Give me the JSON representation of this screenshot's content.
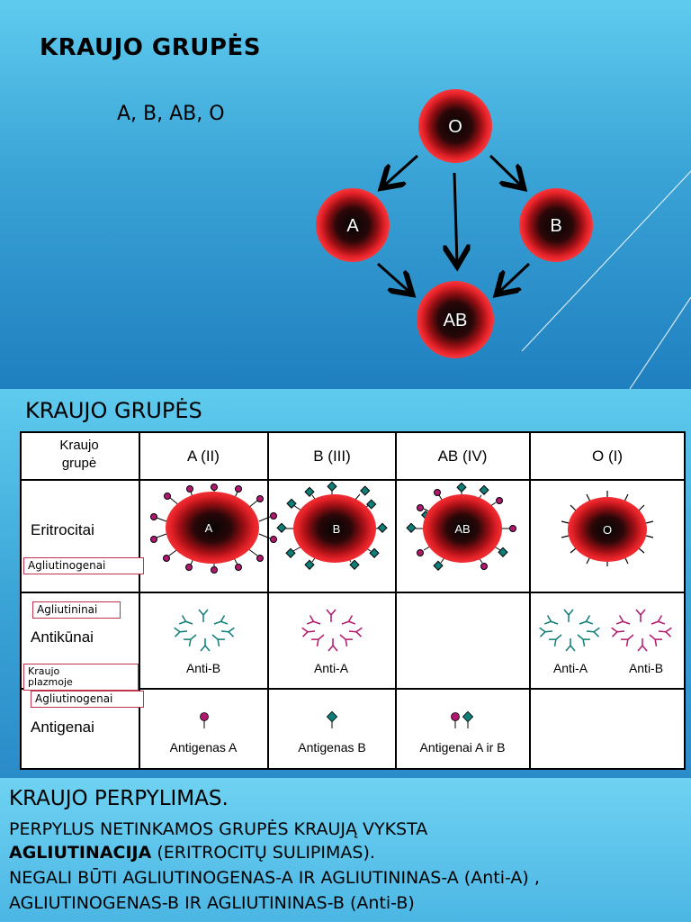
{
  "slide1": {
    "title": "KRAUJO GRUPĖS",
    "subtitle": "A, B, AB, O",
    "nodes": {
      "o": "O",
      "a": "A",
      "b": "B",
      "ab": "AB"
    }
  },
  "slide2": {
    "title": "KRAUJO GRUPĖS",
    "header": {
      "group": [
        "Kraujo",
        "grupė"
      ],
      "cols": [
        "A (II)",
        "B (III)",
        "AB (IV)",
        "O (I)"
      ]
    },
    "rows": {
      "eritrocitai": "Eritrocitai",
      "antikunai": "Antikūnai",
      "antigenai": "Antigenai"
    },
    "tags": {
      "agliutinogenai1": "Agliutinogenai",
      "agliutininai": "Agliutininai",
      "kraujo_plazmoje": [
        "Kraujo",
        "plazmoje"
      ],
      "agliutinogenai2": "Agliutinogenai"
    },
    "cells": {
      "a": "A",
      "b": "B",
      "ab": "AB",
      "o": "O"
    },
    "antibodies": {
      "a": "Anti-B",
      "b": "Anti-A",
      "o1": "Anti-A",
      "o2": "Anti-B"
    },
    "antigens": {
      "a": "Antigenas A",
      "b": "Antigenas B",
      "ab": "Antigenai A ir B"
    },
    "colors": {
      "antigen_a": "#b0186e",
      "antigen_b": "#0f7d78",
      "cell_red": "#e8232a"
    }
  },
  "slide3": {
    "title": "KRAUJO PERPYLIMAS.",
    "line1": "PERPYLUS NETINKAMOS GRUPĖS KRAUJĄ VYKSTA",
    "line2_bold": "AGLIUTINACIJA",
    "line2_rest": " (ERITROCITŲ SULIPIMAS).",
    "line3": "NEGALI BŪTI AGLIUTINOGENAS-A IR AGLIUTININAS-A (Anti-A) ,",
    "line4": "AGLIUTINOGENAS-B IR AGLIUTININAS-B (Anti-B)"
  }
}
